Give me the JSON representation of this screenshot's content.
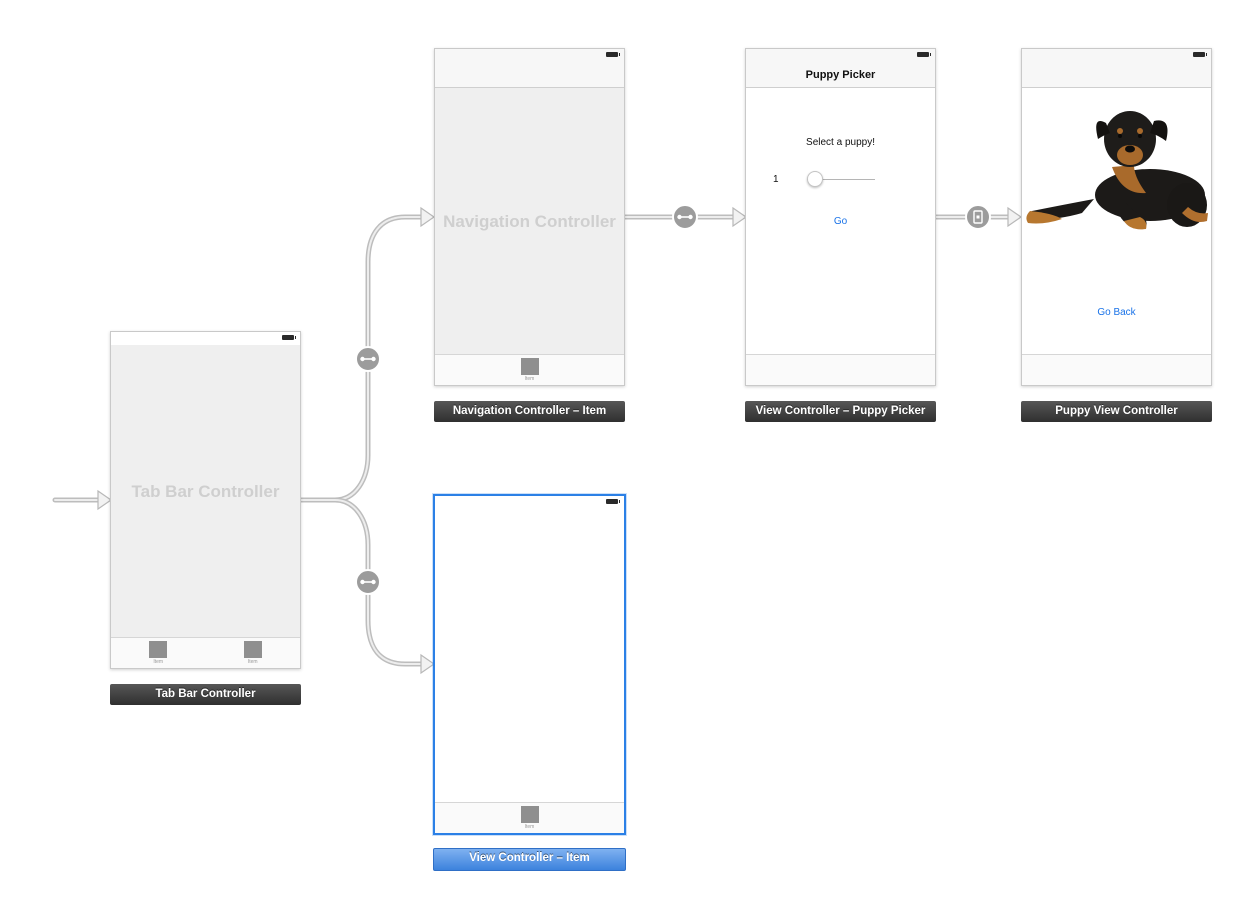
{
  "scenes": {
    "tab_bar_controller": {
      "watermark": "Tab Bar Controller",
      "label": "Tab Bar Controller",
      "tab_items": [
        {
          "label": "Item"
        },
        {
          "label": "Item"
        }
      ]
    },
    "navigation_controller": {
      "watermark": "Navigation Controller",
      "label": "Navigation Controller – Item",
      "tab_items": [
        {
          "label": "Item"
        }
      ]
    },
    "puppy_picker": {
      "nav_title": "Puppy Picker",
      "prompt": "Select a puppy!",
      "slider_value_text": "1",
      "slider_value": 0,
      "go_button": "Go",
      "label": "View Controller – Puppy Picker"
    },
    "puppy_view": {
      "go_back_button": "Go Back",
      "label": "Puppy View Controller"
    },
    "view_controller_item": {
      "label": "View Controller – Item",
      "selected": true,
      "tab_items": [
        {
          "label": "Item"
        }
      ]
    }
  },
  "segues": [
    {
      "from": "entry",
      "to": "Tab Bar Controller",
      "kind": "initial-arrow"
    },
    {
      "from": "Tab Bar Controller",
      "to": "Navigation Controller",
      "kind": "relationship",
      "icon": "relationship-icon"
    },
    {
      "from": "Tab Bar Controller",
      "to": "View Controller",
      "kind": "relationship",
      "icon": "relationship-icon"
    },
    {
      "from": "Navigation Controller",
      "to": "Puppy Picker",
      "kind": "relationship",
      "icon": "relationship-icon"
    },
    {
      "from": "Puppy Picker",
      "to": "Puppy View Controller",
      "kind": "modal",
      "icon": "modal-segue-icon"
    }
  ],
  "colors": {
    "selection_accent": "#2b80e6",
    "link": "#1a73e8",
    "label_background": "#3e3e3e",
    "connector": "#c8c8c8"
  }
}
